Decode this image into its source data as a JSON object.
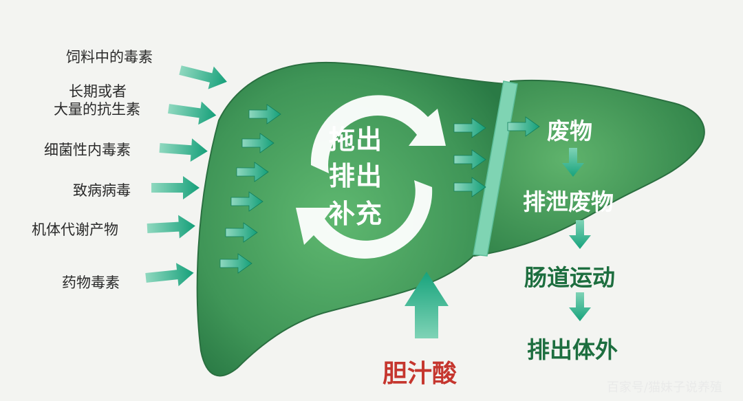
{
  "colors": {
    "liver_light": "#5bb06c",
    "liver_dark": "#2a7a45",
    "arrow_teal": "#1fa47c",
    "bile_red": "#c5362e",
    "dark_green_text": "#1d6e3f",
    "white_text": "#ffffff"
  },
  "toxins": {
    "feed": "饲料中的毒素",
    "antibiotics_line1": "长期或者",
    "antibiotics_line2": "大量的抗生素",
    "endotoxin": "细菌性内毒素",
    "virus": "致病病毒",
    "metabolites": "机体代谢产物",
    "drugs": "药物毒素"
  },
  "center": {
    "line1": "拖出",
    "line2": "排出",
    "line3": "补充"
  },
  "right": {
    "waste": "废物",
    "excrete": "排泄废物",
    "intestine": "肠道运动",
    "out": "排出体外"
  },
  "bile_acid": "胆汁酸",
  "watermark": "百家号/猫妹子说养殖"
}
